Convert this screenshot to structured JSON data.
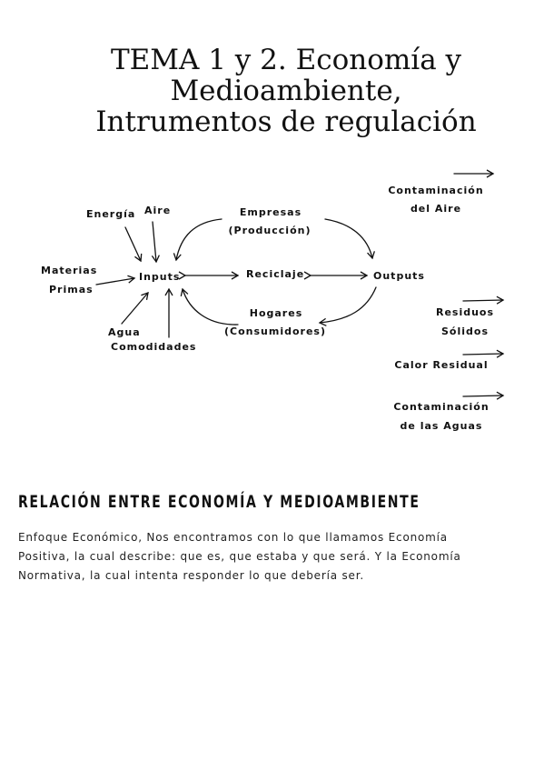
{
  "title": {
    "line1": "TEMA 1 y 2. Economía y",
    "line2": "Medioambiente,",
    "line3": "Intrumentos de regulación"
  },
  "diagram": {
    "energia": "Energía",
    "aire": "Aire",
    "empresas": "Empresas",
    "produccion": "(Producción)",
    "materias": "Materias",
    "primas": "Primas",
    "inputs": "Inputs",
    "reciclaje": "Reciclaje",
    "outputs": "Outputs",
    "agua": "Agua",
    "comodidades": "Comodidades",
    "hogares": "Hogares",
    "consumidores": "(Consumidores)",
    "contaminacion_aire_1": "Contaminación",
    "contaminacion_aire_2": "del Aire",
    "residuos_1": "Residuos",
    "residuos_2": "Sólidos",
    "calor": "Calor Residual",
    "contaminacion_aguas_1": "Contaminación",
    "contaminacion_aguas_2": "de las Aguas"
  },
  "section": {
    "heading": "RELACIÓN ENTRE ECONOMÍA Y MEDIOAMBIENTE",
    "paragraph_lines": [
      "Enfoque Económico, Nos encontramos con lo que llamamos Economía",
      "Positiva, la cual describe: que es, que estaba y que será. Y la Economía",
      "Normativa, la cual intenta responder lo que debería ser."
    ]
  }
}
